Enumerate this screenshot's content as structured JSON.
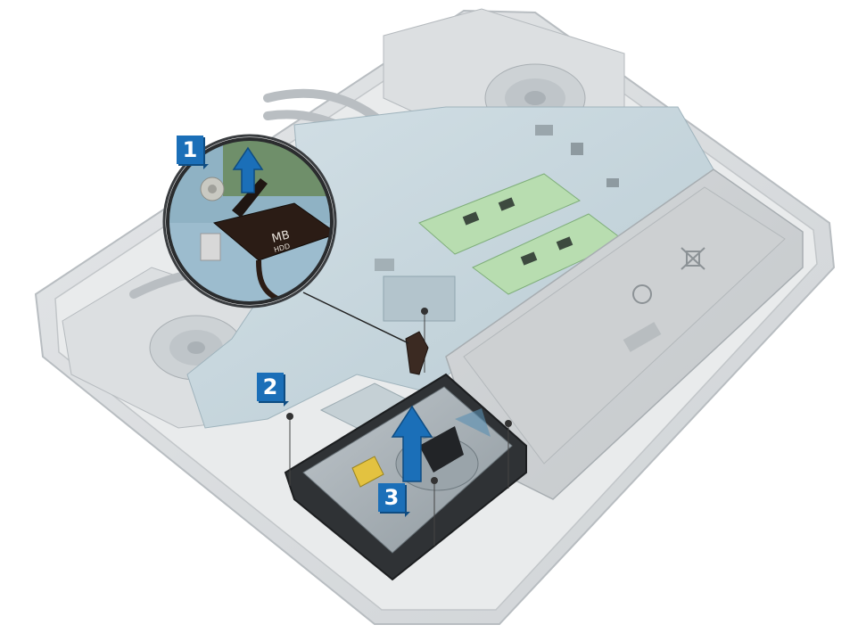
{
  "steps": [
    {
      "number": "1"
    },
    {
      "number": "2"
    },
    {
      "number": "3"
    }
  ],
  "callout": {
    "connector_label_top": "MB",
    "connector_label_bottom": "HDD"
  },
  "colors": {
    "step_badge": "#1b6fb8",
    "arrow": "#1b6fb8",
    "chassis": "#d8dadc",
    "board": "#c9d6dc",
    "hdd_bracket": "#3a3d40",
    "hdd_body": "#a9b2b8",
    "battery": "#cfd2d4"
  },
  "icons": {
    "lift_arrow": "arrow-up-icon",
    "screw": "screw-icon",
    "recycle": "recycle-icon",
    "bin": "crossed-bin-icon"
  }
}
